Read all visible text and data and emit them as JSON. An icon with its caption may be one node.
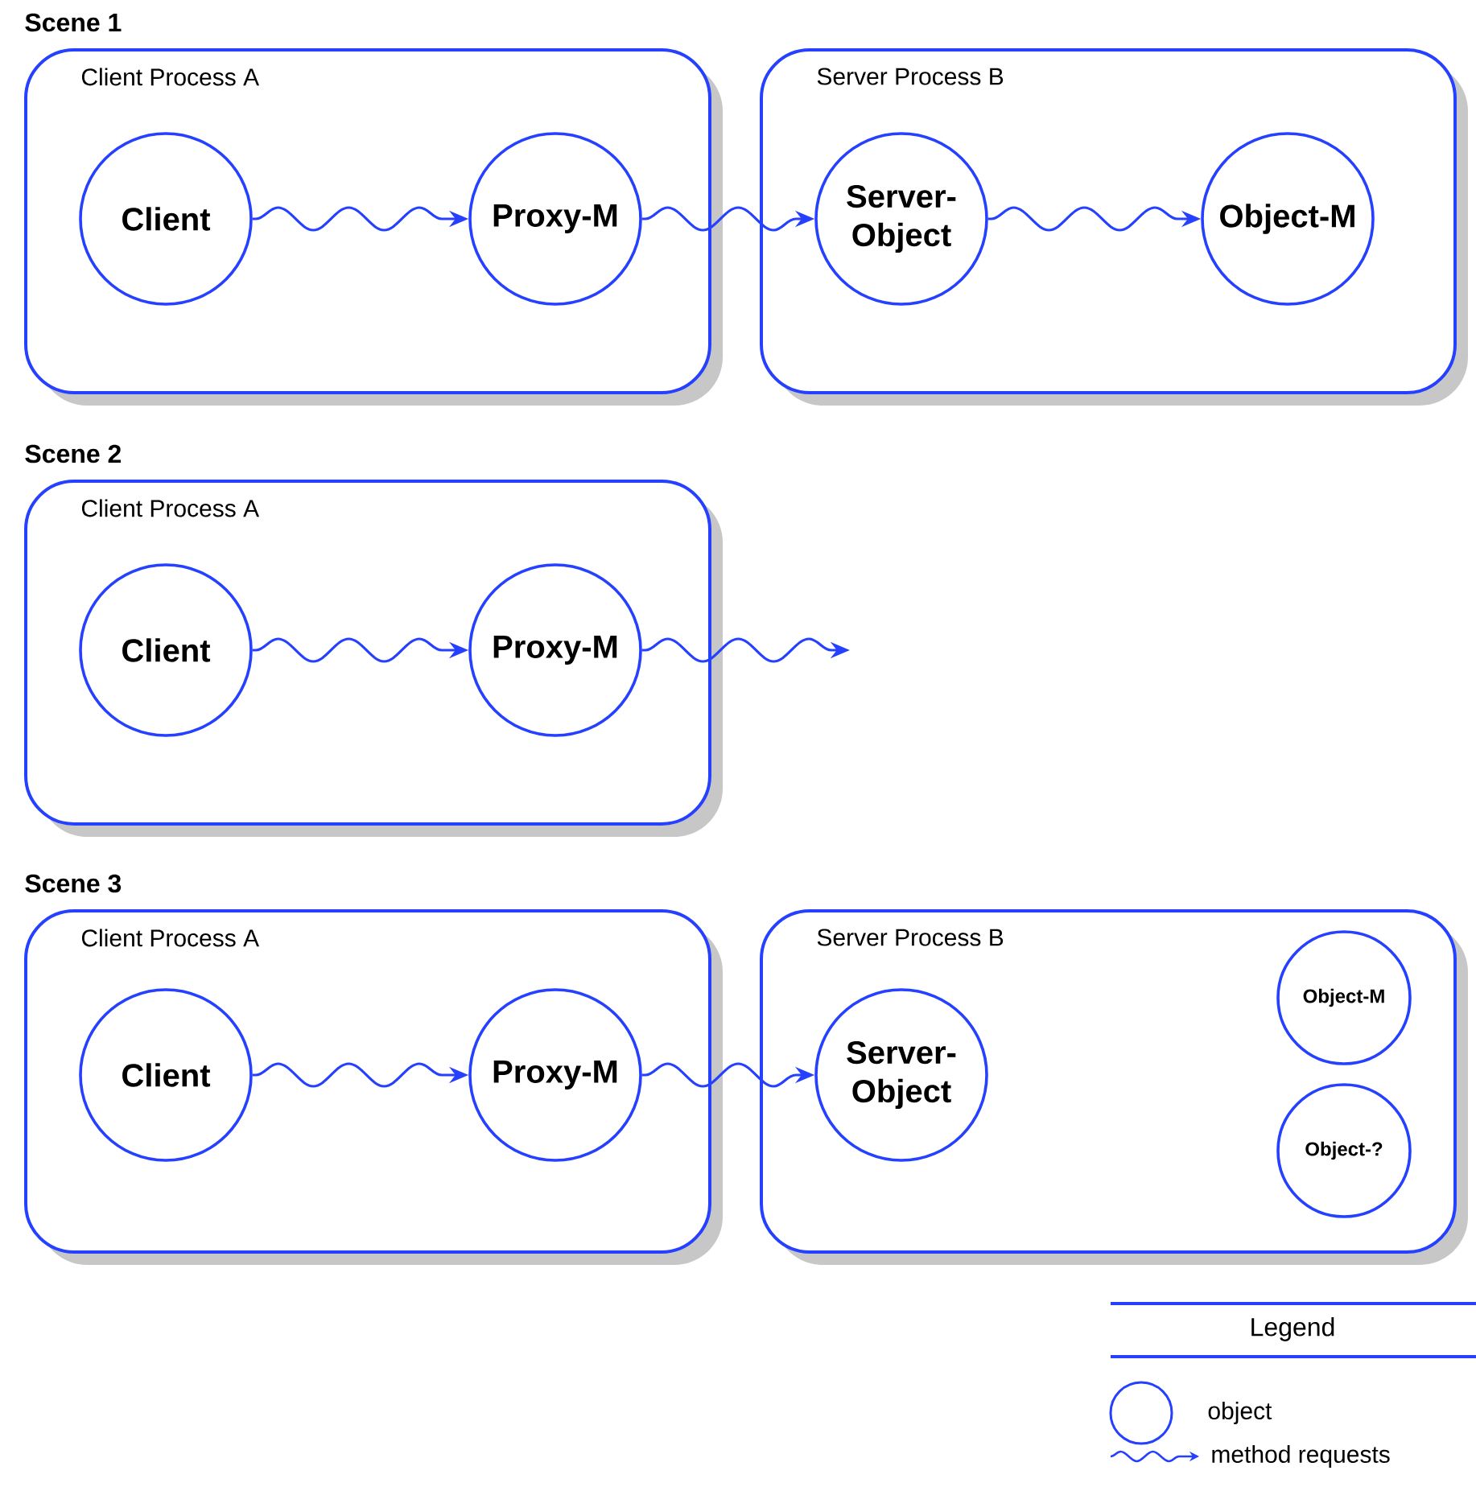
{
  "diagram": {
    "nodes": [
      {
        "text": [
          "Client Process A"
        ]
      },
      {
        "text": [
          "Client"
        ],
        "in": 0
      },
      {
        "text": [
          "Proxy-M"
        ],
        "in": 0
      },
      {
        "text": [
          "Server Process B"
        ]
      },
      {
        "text": [
          "Server-Object"
        ],
        "in": 3
      },
      {
        "text": [
          "Object-M"
        ],
        "in": 3
      },
      {
        "text": [
          "Client Process A"
        ]
      },
      {
        "text": [
          "Client"
        ],
        "in": 6
      },
      {
        "text": [
          "Proxy-M"
        ],
        "in": 6
      },
      {
        "text": [
          "Client Process A"
        ]
      },
      {
        "text": [
          "Client"
        ],
        "in": 9
      },
      {
        "text": [
          "Proxy-M"
        ],
        "in": 9
      },
      {
        "text": [
          "Server Process B"
        ]
      },
      {
        "text": [
          "Server-Object"
        ],
        "in": 12
      },
      {
        "text": [
          "Object-M"
        ],
        "in": 12
      },
      {
        "text": [
          "Object-?"
        ],
        "in": 12
      }
    ],
    "edges": [
      {
        "from": 1,
        "to": 2,
        "arrow": "to"
      },
      {
        "from": 2,
        "to": 4,
        "arrow": "to"
      },
      {
        "from": 4,
        "to": 5,
        "arrow": "to"
      },
      {
        "from": 7,
        "to": 8,
        "arrow": "to"
      },
      {
        "from": 8,
        "to": null,
        "arrow": "to"
      },
      {
        "from": 10,
        "to": 11,
        "arrow": "to"
      },
      {
        "from": 11,
        "to": 13,
        "arrow": "to"
      }
    ],
    "labels": [
      "Scene 1",
      "Scene 2",
      "Scene 3",
      "Legend"
    ],
    "legend": [
      {
        "text": "object"
      },
      {
        "text": "method requests"
      }
    ]
  }
}
